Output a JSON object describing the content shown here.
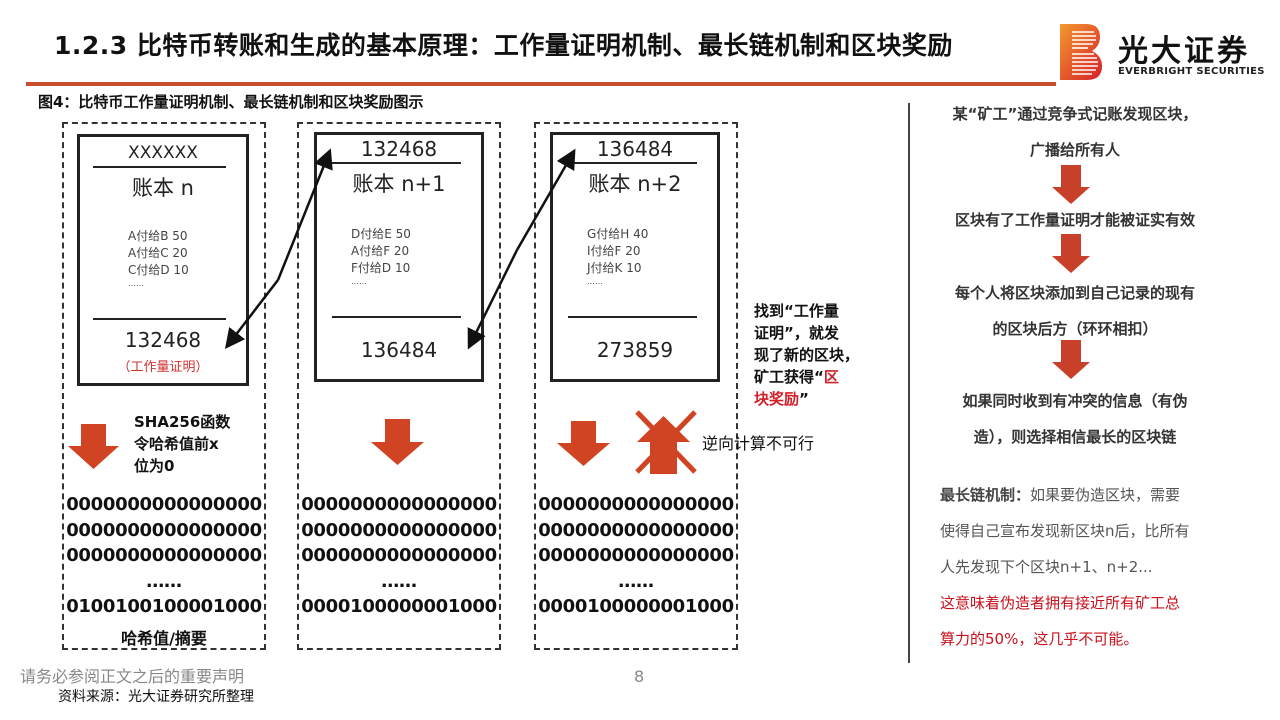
{
  "header": {
    "title": "1.2.3 比特币转账和生成的基本原理：工作量证明机制、最长链机制和区块奖励",
    "logo_cn": "光大证券",
    "logo_en": "EVERBRIGHT SECURITIES",
    "accent_color": "#c9502e"
  },
  "figure": {
    "caption": "图4：比特币工作量证明机制、最长链机制和区块奖励图示",
    "ledgers": [
      {
        "prev_hash": "XXXXXX",
        "name": "账本 n",
        "transactions": [
          "A付给B 50",
          "A付给C 20",
          "C付给D 10",
          "……"
        ],
        "nonce": "132468",
        "nonce_note": "（工作量证明）",
        "hash_lines": [
          "0000000000000000",
          "0000000000000000",
          "0000000000000000",
          "……",
          "0100100100001000"
        ],
        "hash_label": "哈希值/摘要"
      },
      {
        "prev_hash": "132468",
        "name": "账本 n+1",
        "transactions": [
          "D付给E 50",
          "A付给F 20",
          "F付给D 10",
          "……"
        ],
        "nonce": "136484",
        "hash_lines": [
          "0000000000000000",
          "0000000000000000",
          "0000000000000000",
          "……",
          "0000100000001000"
        ]
      },
      {
        "prev_hash": "136484",
        "name": "账本 n+2",
        "transactions": [
          "G付给H 40",
          "I付给F 20",
          "J付给K 10",
          "……"
        ],
        "nonce": "273859",
        "hash_lines": [
          "0000000000000000",
          "0000000000000000",
          "0000000000000000",
          "……",
          "0000100000001000"
        ]
      }
    ],
    "sha_note": [
      "SHA256函数",
      "令哈希值前x",
      "位为0"
    ],
    "find_note": {
      "line1": "找到“工作量",
      "line2": "证明”，就发",
      "line3": "现了新的区块，",
      "line4_a": "矿工获得“",
      "line4_b": "区",
      "line5_red": "块奖励",
      "line5_end": "”"
    },
    "reverse_note": "逆向计算不可行",
    "arrow_color": "#d04423"
  },
  "flow": {
    "steps": [
      [
        "某“矿工”通过竞争式记账发现区块，",
        "广播给所有人"
      ],
      [
        "区块有了工作量证明才能被证实有效"
      ],
      [
        "每个人将区块添加到自己记录的现有",
        "的区块后方（环环相扣）"
      ],
      [
        "如果同时收到有冲突的信息（有伪",
        "造），则选择相信最长的区块链"
      ]
    ],
    "longest_chain": {
      "label": "最长链机制：",
      "l1": "如果要伪造区块，需要",
      "l2": "使得自己宣布发现新区块n后，比所有",
      "l3": "人先发现下个区块n+1、n+2...",
      "red1": "这意味着伪造者拥有接近所有矿工总",
      "red2": "算力的50%，这几乎不可能。"
    }
  },
  "footer": {
    "disclaimer": "请务必参阅正文之后的重要声明",
    "source": "资料来源：光大证券研究所整理",
    "page": "8"
  }
}
